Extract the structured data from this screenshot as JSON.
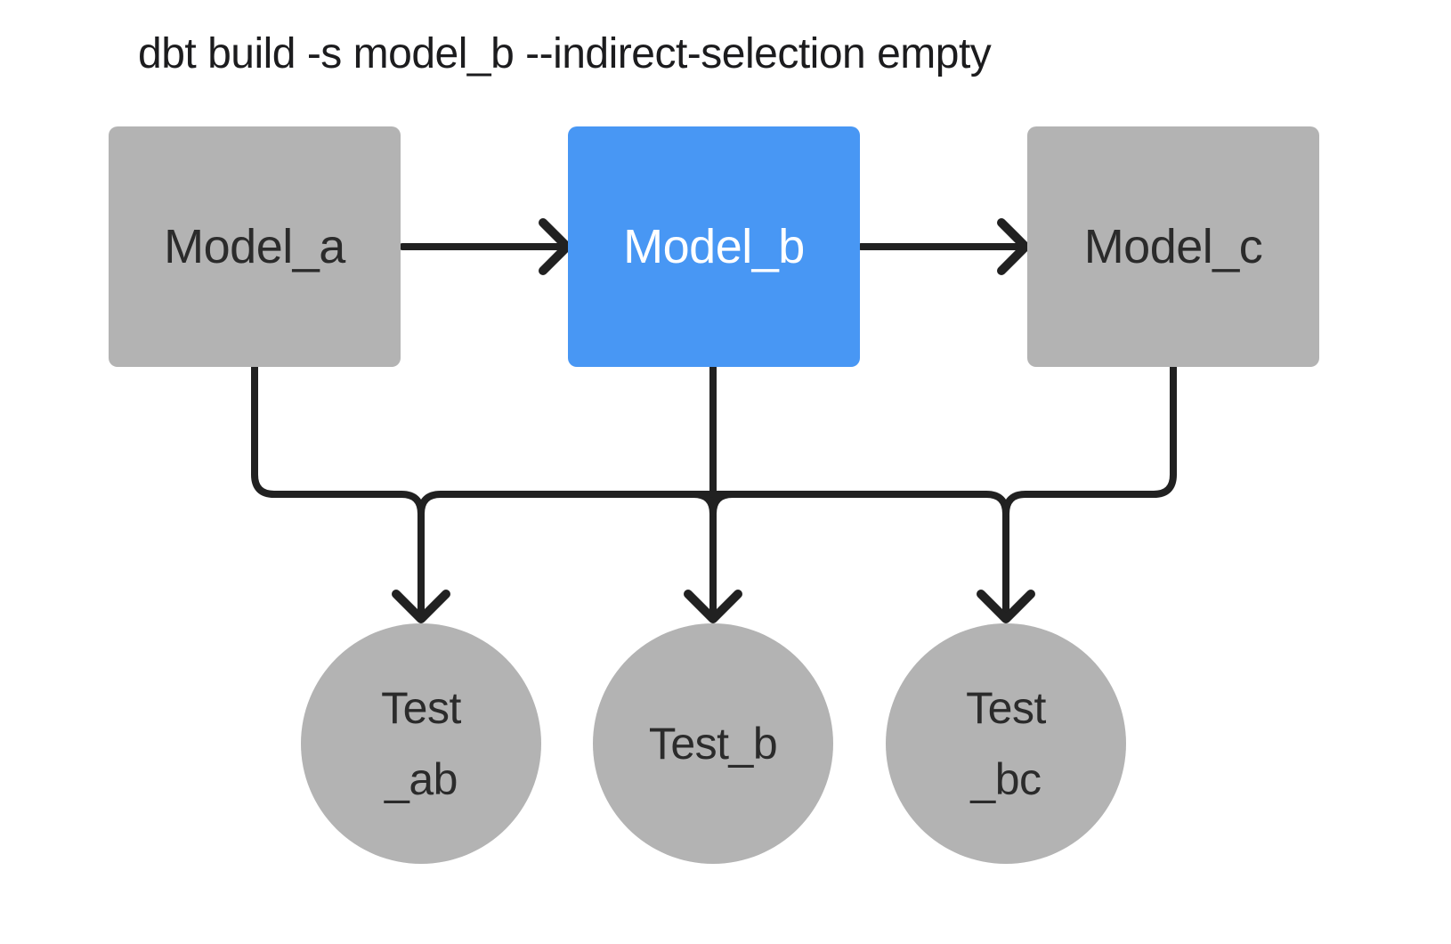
{
  "title": "dbt build -s model_b --indirect-selection empty",
  "colors": {
    "pageBg": "#ffffff",
    "titleText": "#1c1c1e",
    "lineDark": "#212121",
    "nodeGray": "#b3b3b3",
    "accentBlue": "#4897f4",
    "textDark": "#2b2b2b",
    "textLight": "#ffffff"
  },
  "diagram": {
    "models": [
      {
        "id": "model_a",
        "label": "Model_a",
        "selected": false
      },
      {
        "id": "model_b",
        "label": "Model_b",
        "selected": true
      },
      {
        "id": "model_c",
        "label": "Model_c",
        "selected": false
      }
    ],
    "tests": [
      {
        "id": "test_ab",
        "label": "Test_ab",
        "lines": [
          "Test",
          "_ab"
        ]
      },
      {
        "id": "test_b",
        "label": "Test_b",
        "lines": [
          "Test_b"
        ]
      },
      {
        "id": "test_bc",
        "label": "Test_bc",
        "lines": [
          "Test",
          "_bc"
        ]
      }
    ],
    "edges": [
      {
        "from": "model_a",
        "to": "model_b"
      },
      {
        "from": "model_b",
        "to": "model_c"
      },
      {
        "from": "model_a",
        "to": "test_ab"
      },
      {
        "from": "model_b",
        "to": "test_ab"
      },
      {
        "from": "model_b",
        "to": "test_b"
      },
      {
        "from": "model_b",
        "to": "test_bc"
      },
      {
        "from": "model_c",
        "to": "test_bc"
      }
    ]
  }
}
